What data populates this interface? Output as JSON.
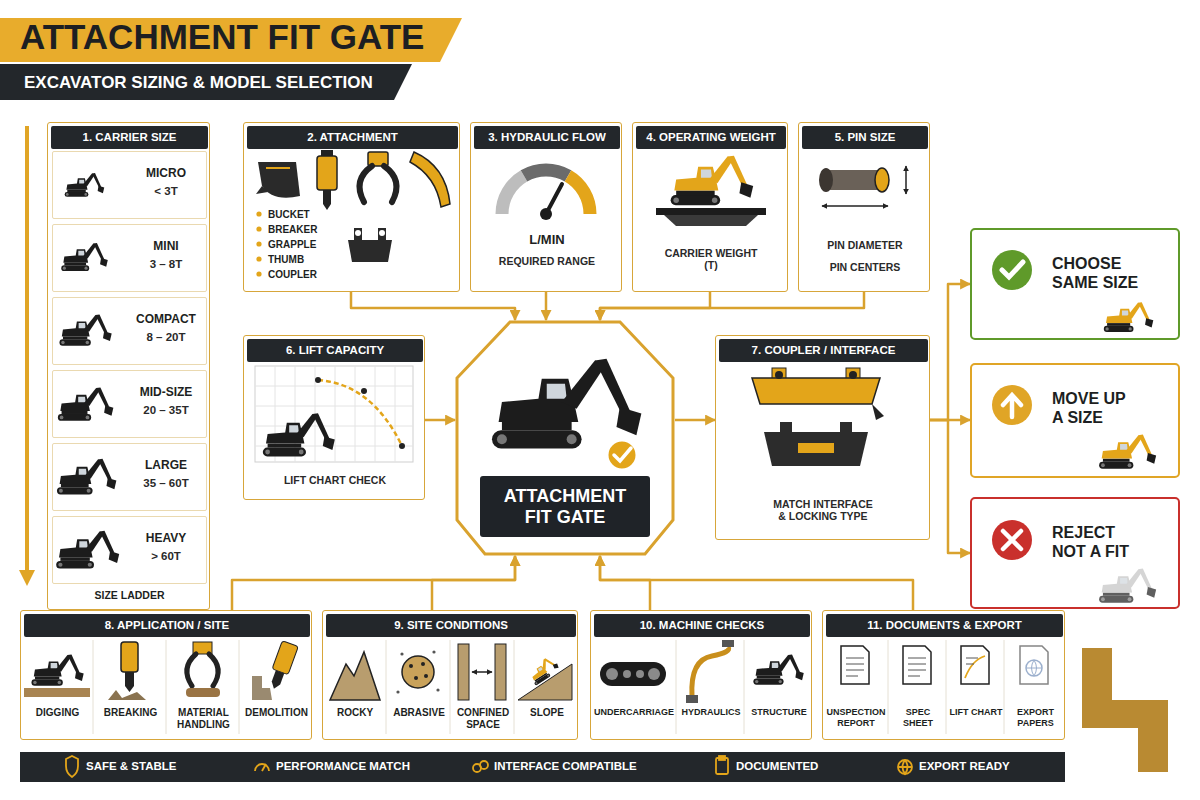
{
  "diagram": {
    "title": "ATTACHMENT FIT GATE",
    "nodes": [
      {
        "text": [
          "1. CARRIER SIZE",
          "SIZE LADDER"
        ]
      },
      {
        "text": [
          "MICRO",
          "< 3T"
        ],
        "in": 0
      },
      {
        "text": [
          "MINI",
          "3 – 8T"
        ],
        "in": 0
      },
      {
        "text": [
          "COMPACT",
          "8 – 20T"
        ],
        "in": 0
      },
      {
        "text": [
          "MID-SIZE",
          "20 – 35T"
        ],
        "in": 0
      },
      {
        "text": [
          "LARGE",
          "35 – 60T"
        ],
        "in": 0
      },
      {
        "text": [
          "HEAVY",
          "> 60T"
        ],
        "in": 0
      },
      {
        "text": [
          "2. ATTACHMENT",
          "BUCKET",
          "BREAKER",
          "GRAPPLE",
          "THUMB",
          "COUPLER"
        ]
      },
      {
        "text": [
          "3. HYDRAULIC FLOW",
          "L/MIN",
          "REQUIRED RANGE"
        ]
      },
      {
        "text": [
          "4. OPERATING WEIGHT",
          "CARRIER WEIGHT (T)"
        ]
      },
      {
        "text": [
          "5. PIN SIZE",
          "PIN DIAMETER",
          "PIN CENTERS"
        ]
      },
      {
        "text": [
          "6. LIFT CAPACITY",
          "LIFT CHART CHECK"
        ]
      },
      {
        "text": [
          "ATTACHMENT FIT GATE"
        ]
      },
      {
        "text": [
          "7. COUPLER / INTERFACE",
          "MATCH INTERFACE & LOCKING TYPE"
        ]
      },
      {
        "text": [
          "CHOOSE SAME SIZE"
        ]
      },
      {
        "text": [
          "MOVE UP A SIZE"
        ]
      },
      {
        "text": [
          "REJECT NOT A FIT"
        ]
      },
      {
        "text": [
          "8. APPLICATION / SITE",
          "DIGGING",
          "BREAKING",
          "MATERIAL HANDLING",
          "DEMOLITION"
        ]
      },
      {
        "text": [
          "9. SITE CONDITIONS",
          "ROCKY",
          "ABRASIVE",
          "CONFINED SPACE",
          "SLOPE"
        ]
      },
      {
        "text": [
          "10. MACHINE CHECKS",
          "UNDERCARRIAGE",
          "HYDRAULICS",
          "STRUCTURE"
        ]
      },
      {
        "text": [
          "11. DOCUMENTS & EXPORT",
          "UNSPECTION REPORT",
          "SPEC SHEET",
          "LIFT CHART",
          "EXPORT PAPERS"
        ]
      },
      {
        "text": [
          "SAFE & STABLE",
          "PERFORMANCE MATCH",
          "INTERFACE COMPATIBLE",
          "DOCUMENTED",
          "EXPORT READY"
        ]
      }
    ],
    "edges": [
      {
        "from": 7,
        "to": 12,
        "arrow": "to"
      },
      {
        "from": 8,
        "to": 12,
        "arrow": "to"
      },
      {
        "from": 9,
        "to": 12,
        "arrow": "to"
      },
      {
        "from": 10,
        "to": 12,
        "arrow": "to"
      },
      {
        "from": 11,
        "to": 12,
        "arrow": "to"
      },
      {
        "from": 12,
        "to": 13,
        "arrow": "to"
      },
      {
        "from": 13,
        "to": 14,
        "arrow": "to"
      },
      {
        "from": 13,
        "to": 15,
        "arrow": "to"
      },
      {
        "from": 13,
        "to": 16,
        "arrow": "to"
      },
      {
        "from": 17,
        "to": 12,
        "arrow": "to"
      },
      {
        "from": 18,
        "to": 12,
        "arrow": "to"
      },
      {
        "from": 19,
        "to": 12,
        "arrow": "to"
      },
      {
        "from": 20,
        "to": 12,
        "arrow": "to"
      }
    ],
    "labels": [
      "EXCAVATOR SIZING & MODEL SELECTION"
    ]
  }
}
